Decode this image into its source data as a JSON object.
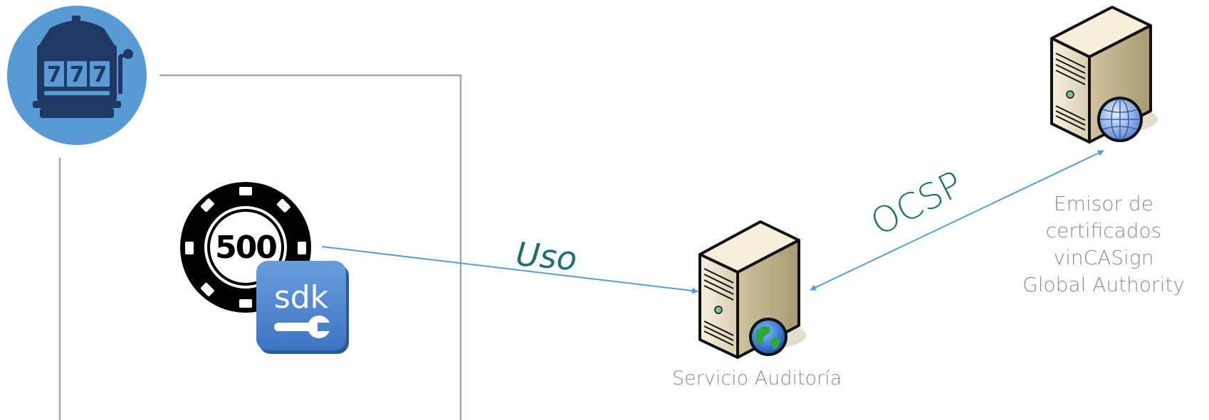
{
  "nodes": {
    "audit_service": {
      "label": "Servicio Auditoría",
      "icon": "web-server-icon"
    },
    "issuer": {
      "label_lines": [
        "Emisor de certificados",
        "vinCASign",
        "Global Authority"
      ],
      "icon": "web-server-icon"
    },
    "slot_machine": {
      "icon": "slot-machine-icon",
      "reels": [
        "7",
        "7",
        "7"
      ]
    },
    "chip": {
      "icon": "casino-chip-icon",
      "value": "500"
    },
    "sdk": {
      "icon": "sdk-icon",
      "text": "sdk"
    }
  },
  "edges": {
    "uso": {
      "label": "Uso"
    },
    "ocsp": {
      "label": "OCSP"
    }
  },
  "colors": {
    "arrow": "#5b9bd5",
    "edge_label": "#1f6f6a",
    "node_label": "#8c8c8c",
    "slot_circle": "#5b9bd5",
    "slot_dark": "#1f3864",
    "frame": "#a6a6a6"
  }
}
